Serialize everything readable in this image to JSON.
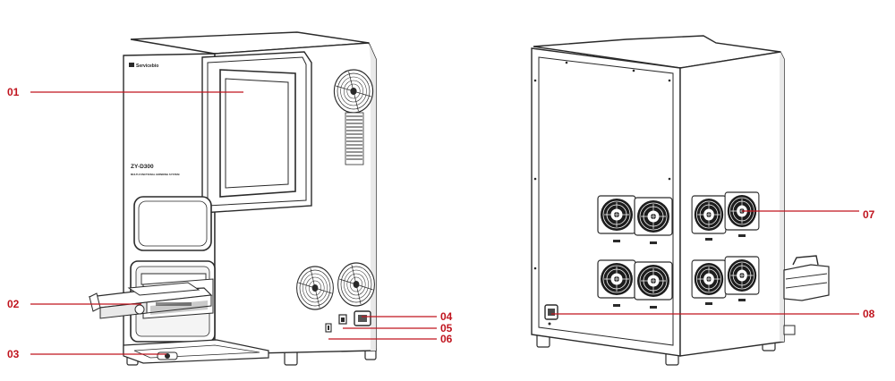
{
  "colors": {
    "callout": "#c0141e",
    "outline": "#2a2a2a",
    "body": "#ffffff",
    "shade": "#e9e9e9"
  },
  "device": {
    "brand": "Servicebio",
    "model": "ZY-D300",
    "subtitle": "MULTI-FUNCTIONAL GRINDING SYSTEM"
  },
  "callouts": [
    {
      "label": "01"
    },
    {
      "label": "02"
    },
    {
      "label": "03"
    },
    {
      "label": "04"
    },
    {
      "label": "05"
    },
    {
      "label": "06"
    },
    {
      "label": "07"
    },
    {
      "label": "08"
    }
  ]
}
